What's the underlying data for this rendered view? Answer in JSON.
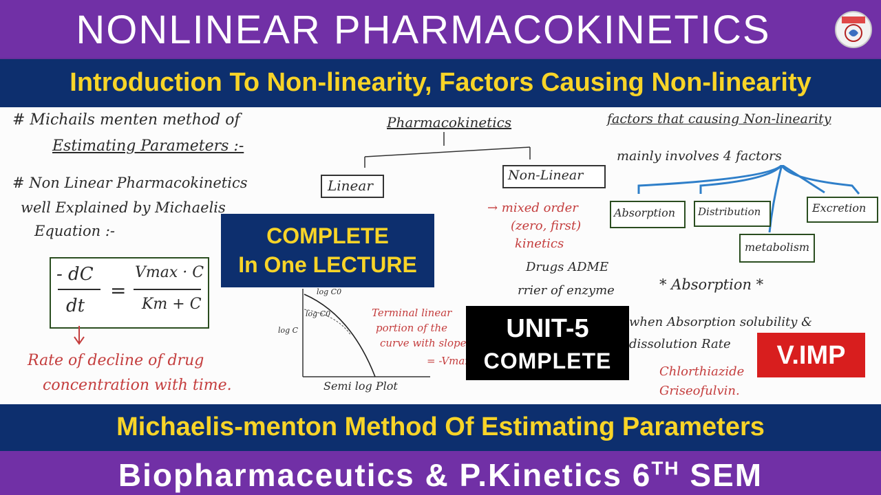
{
  "header": {
    "title": "NONLINEAR PHARMACOKINETICS",
    "subtitle": "Introduction To Non-linearity, Factors Causing Non-linearity",
    "logo_icon": "pharmacy-logo-icon"
  },
  "notes": {
    "left": {
      "heading1": "# Michails menten method of",
      "heading2": "Estimating Parameters :-",
      "line1": "# Non Linear Pharmacokinetics",
      "line2": "well Explained by Michaelis",
      "line3": "Equation :-",
      "eq_lhs_top": "- dC",
      "eq_lhs_bottom": "dt",
      "eq_equals": "=",
      "eq_rhs_top": "Vmax · C",
      "eq_rhs_bottom": "Km + C",
      "rate1": "Rate of decline of drug",
      "rate2": "concentration with time."
    },
    "middle": {
      "title": "Pharmacokinetics",
      "linear": "Linear",
      "nonlinear": "Non-Linear",
      "item1": "→ mixed order",
      "item2": "(zero, first)",
      "item3": "kinetics",
      "item4": "Drugs ADME",
      "item5": "rrier of enzyme",
      "graph_label_logc0": "log C0",
      "graph_label_logc0b": "log C0",
      "graph_label_logc": "log C",
      "graph_caption": "Semi log Plot",
      "terminal1": "Terminal linear",
      "terminal2": "portion of the",
      "terminal3": "curve with slope",
      "terminal4": "= -Vmax"
    },
    "right": {
      "title": "factors that causing Non-linearity",
      "intro": "mainly involves 4 factors",
      "absorption": "Absorption",
      "distribution": "Distribution",
      "metabolism": "metabolism",
      "excretion": "Excretion",
      "absorption_heading": "* Absorption *",
      "abs1": "when Absorption solubility &",
      "abs2": "dissolution Rate",
      "ex1": "Chlorthiazide",
      "ex2": "Griseofulvin."
    }
  },
  "badges": {
    "complete_l1": "COMPLETE",
    "complete_l2": "In One LECTURE",
    "unit_l1": "UNIT-5",
    "unit_l2": "COMPLETE",
    "vimp": "V.IMP"
  },
  "footer": {
    "method": "Michaelis-menton Method Of Estimating Parameters",
    "course_prefix": "Biopharmaceutics & P.Kinetics 6",
    "course_sup": "TH",
    "course_suffix": " SEM"
  },
  "colors": {
    "purple": "#7130a6",
    "navy": "#0d2f6e",
    "yellow": "#f8d428",
    "red": "#d81e1e",
    "arrow_blue": "#2f7fc9"
  }
}
